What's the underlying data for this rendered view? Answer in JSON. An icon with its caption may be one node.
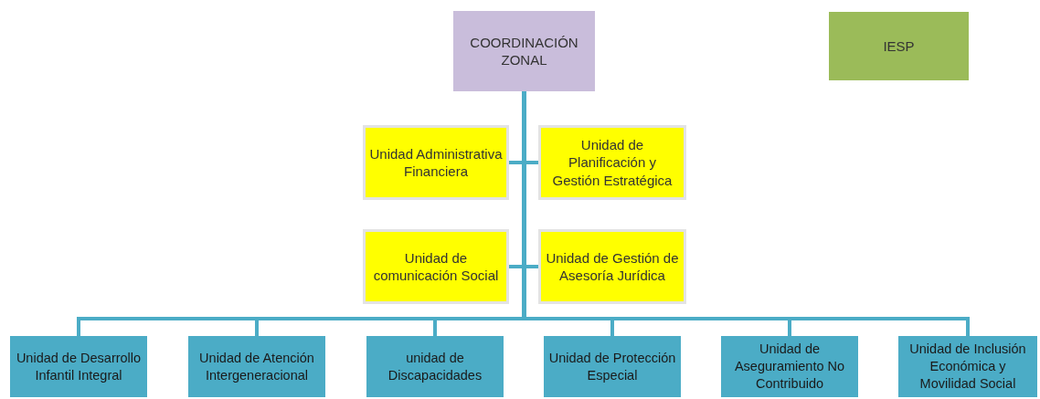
{
  "diagram": {
    "nodes": [
      {
        "text": [
          "COORDINACIÓN ZONAL"
        ]
      },
      {
        "text": [
          "IESP"
        ]
      },
      {
        "text": [
          "Unidad Administrativa Financiera"
        ]
      },
      {
        "text": [
          "Unidad de Planificación y Gestión Estratégica"
        ]
      },
      {
        "text": [
          "Unidad de comunicación Social"
        ]
      },
      {
        "text": [
          "Unidad de Gestión de Asesoría Jurídica"
        ]
      },
      {
        "text": [
          "Unidad de Desarrollo Infantil Integral"
        ]
      },
      {
        "text": [
          "Unidad de Atención Intergeneracional"
        ]
      },
      {
        "text": [
          "unidad de Discapacidades"
        ]
      },
      {
        "text": [
          "Unidad de Protección Especial"
        ]
      },
      {
        "text": [
          "Unidad de Aseguramiento No Contribuido"
        ]
      },
      {
        "text": [
          "Unidad de Inclusión Económica y Movilidad Social"
        ]
      }
    ],
    "edges": [
      {
        "from": 0,
        "to": 2,
        "arrow": "none"
      },
      {
        "from": 0,
        "to": 3,
        "arrow": "none"
      },
      {
        "from": 0,
        "to": 4,
        "arrow": "none"
      },
      {
        "from": 0,
        "to": 5,
        "arrow": "none"
      },
      {
        "from": 0,
        "to": 6,
        "arrow": "none"
      },
      {
        "from": 0,
        "to": 7,
        "arrow": "none"
      },
      {
        "from": 0,
        "to": 8,
        "arrow": "none"
      },
      {
        "from": 0,
        "to": 9,
        "arrow": "none"
      },
      {
        "from": 0,
        "to": 10,
        "arrow": "none"
      },
      {
        "from": 0,
        "to": 11,
        "arrow": "none"
      }
    ]
  }
}
